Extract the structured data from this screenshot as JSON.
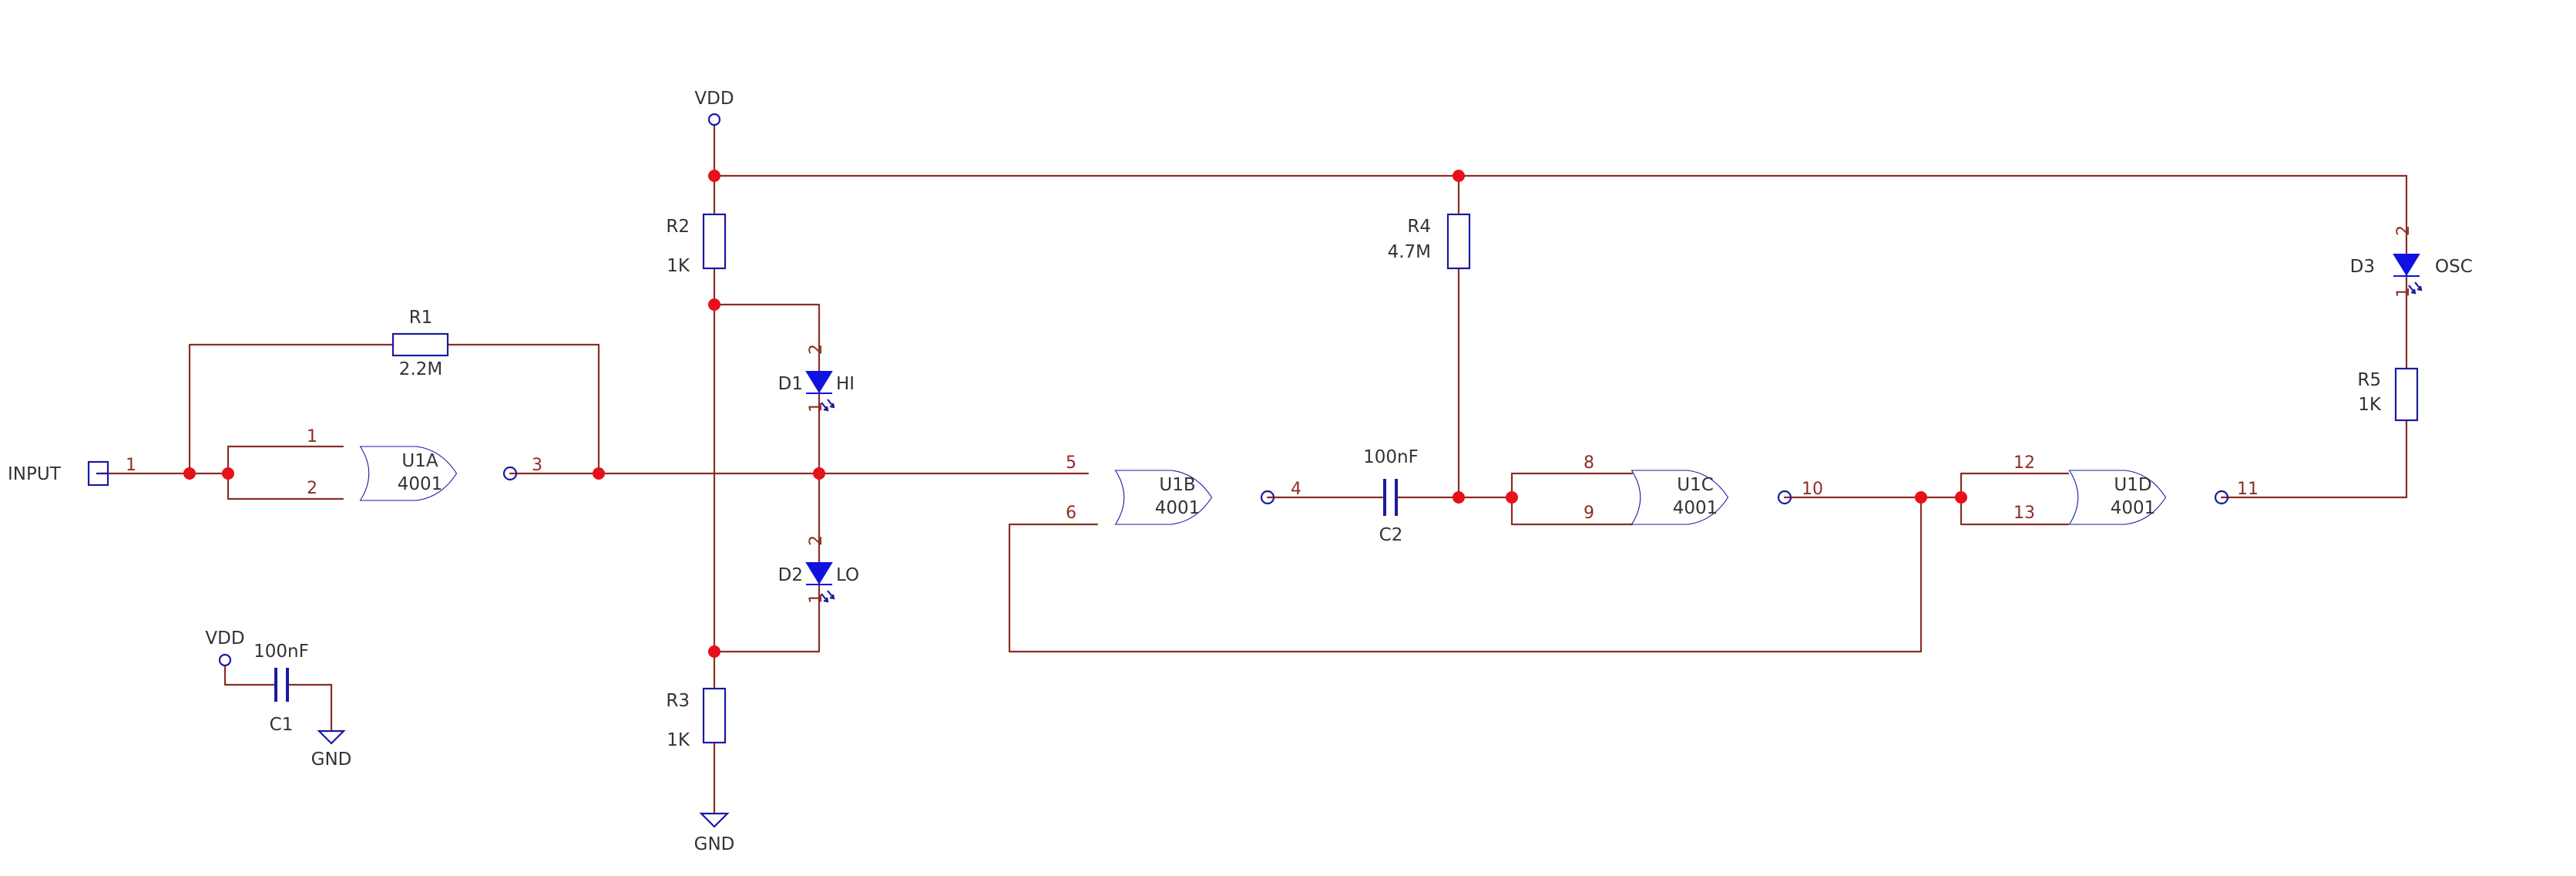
{
  "power": {
    "vdd_main": "VDD",
    "vdd_bypass": "VDD",
    "gnd_main": "GND",
    "gnd_bypass": "GND"
  },
  "connector": {
    "label": "INPUT",
    "pin": "1"
  },
  "gates": {
    "u1a": {
      "ref": "U1A",
      "value": "4001",
      "in_a": "1",
      "in_b": "2",
      "out": "3"
    },
    "u1b": {
      "ref": "U1B",
      "value": "4001",
      "in_a": "5",
      "in_b": "6",
      "out": "4"
    },
    "u1c": {
      "ref": "U1C",
      "value": "4001",
      "in_a": "8",
      "in_b": "9",
      "out": "10"
    },
    "u1d": {
      "ref": "U1D",
      "value": "4001",
      "in_a": "12",
      "in_b": "13",
      "out": "11"
    }
  },
  "resistors": {
    "r1": {
      "ref": "R1",
      "value": "2.2M"
    },
    "r2": {
      "ref": "R2",
      "value": "1K"
    },
    "r3": {
      "ref": "R3",
      "value": "1K"
    },
    "r4": {
      "ref": "R4",
      "value": "4.7M"
    },
    "r5": {
      "ref": "R5",
      "value": "1K"
    }
  },
  "capacitors": {
    "c1": {
      "ref": "C1",
      "value": "100nF"
    },
    "c2": {
      "ref": "C2",
      "value": "100nF"
    }
  },
  "leds": {
    "d1": {
      "ref": "D1",
      "label": "HI",
      "pin_top": "2",
      "pin_bottom": "1"
    },
    "d2": {
      "ref": "D2",
      "label": "LO",
      "pin_top": "2",
      "pin_bottom": "1"
    },
    "d3": {
      "ref": "D3",
      "label": "OSC",
      "pin_top": "2",
      "pin_bottom": "1"
    }
  },
  "colors": {
    "wire": "#8b2e24",
    "junction": "#e8101a",
    "component": "#1a1aa0",
    "led_fill": "#1010e0",
    "text": "#333333"
  }
}
